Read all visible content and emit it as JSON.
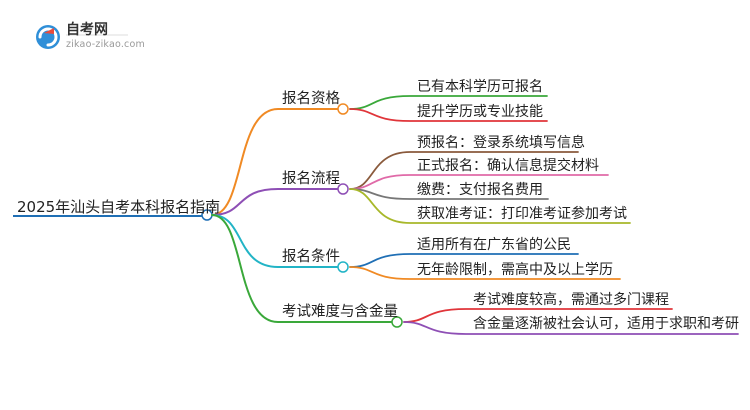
{
  "logo": {
    "title": "自考网",
    "subtitle": "zikao-zikao.com"
  },
  "mindmap": {
    "root": "2025年汕头自考本科报名指南",
    "branches": [
      {
        "label": "报名资格",
        "color": "#f08a24",
        "children": [
          {
            "label": "已有本科学历可报名",
            "color": "#3aa83a"
          },
          {
            "label": "提升学历或专业技能",
            "color": "#e0353a"
          }
        ]
      },
      {
        "label": "报名流程",
        "color": "#8e4fb5",
        "children": [
          {
            "label": "预报名：登录系统填写信息",
            "color": "#8a5a3c"
          },
          {
            "label": "正式报名：确认信息提交材料",
            "color": "#e06aa8"
          },
          {
            "label": "缴费：支付报名费用",
            "color": "#777777"
          },
          {
            "label": "获取准考证：打印准考证参加考试",
            "color": "#a8b82a"
          }
        ]
      },
      {
        "label": "报名条件",
        "color": "#22b4c6",
        "children": [
          {
            "label": "适用所有在广东省的公民",
            "color": "#1f6fb5"
          },
          {
            "label": "无年龄限制，需高中及以上学历",
            "color": "#f08a24"
          }
        ]
      },
      {
        "label": "考试难度与含金量",
        "color": "#3aa83a",
        "children": [
          {
            "label": "考试难度较高，需通过多门课程",
            "color": "#e0353a"
          },
          {
            "label": "含金量逐渐被社会认可，适用于求职和考研",
            "color": "#8e4fb5"
          }
        ]
      }
    ]
  }
}
